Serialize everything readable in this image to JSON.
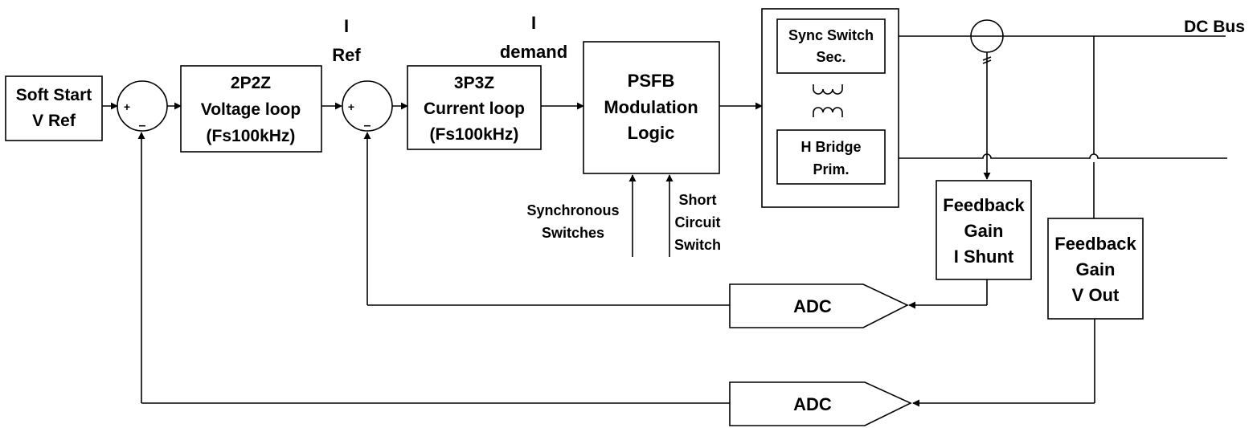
{
  "blocks": {
    "soft_start": [
      "Soft Start",
      "V Ref"
    ],
    "voltage_loop": [
      "2P2Z",
      "Voltage loop",
      "(Fs100kHz)"
    ],
    "current_loop": [
      "3P3Z",
      "Current loop",
      "(Fs100kHz)"
    ],
    "psfb": [
      "PSFB",
      "Modulation",
      "Logic"
    ],
    "sync_switch": [
      "Sync Switch",
      "Sec."
    ],
    "h_bridge": [
      "H Bridge",
      "Prim."
    ],
    "feedback_i": [
      "Feedback",
      "Gain",
      "I Shunt"
    ],
    "feedback_v": [
      "Feedback",
      "Gain",
      "V Out"
    ],
    "adc_current": "ADC",
    "adc_voltage": "ADC"
  },
  "signals": {
    "i_ref": [
      "I",
      "Ref"
    ],
    "i_demand": [
      "I",
      "demand"
    ],
    "dc_bus": "DC Bus",
    "synchronous_switches": [
      "Synchronous",
      "Switches"
    ],
    "short_circuit_switch": [
      "Short",
      "Circuit",
      "Switch"
    ]
  },
  "summing_junctions": {
    "plus_sign": "+",
    "minus_sign": "–"
  }
}
